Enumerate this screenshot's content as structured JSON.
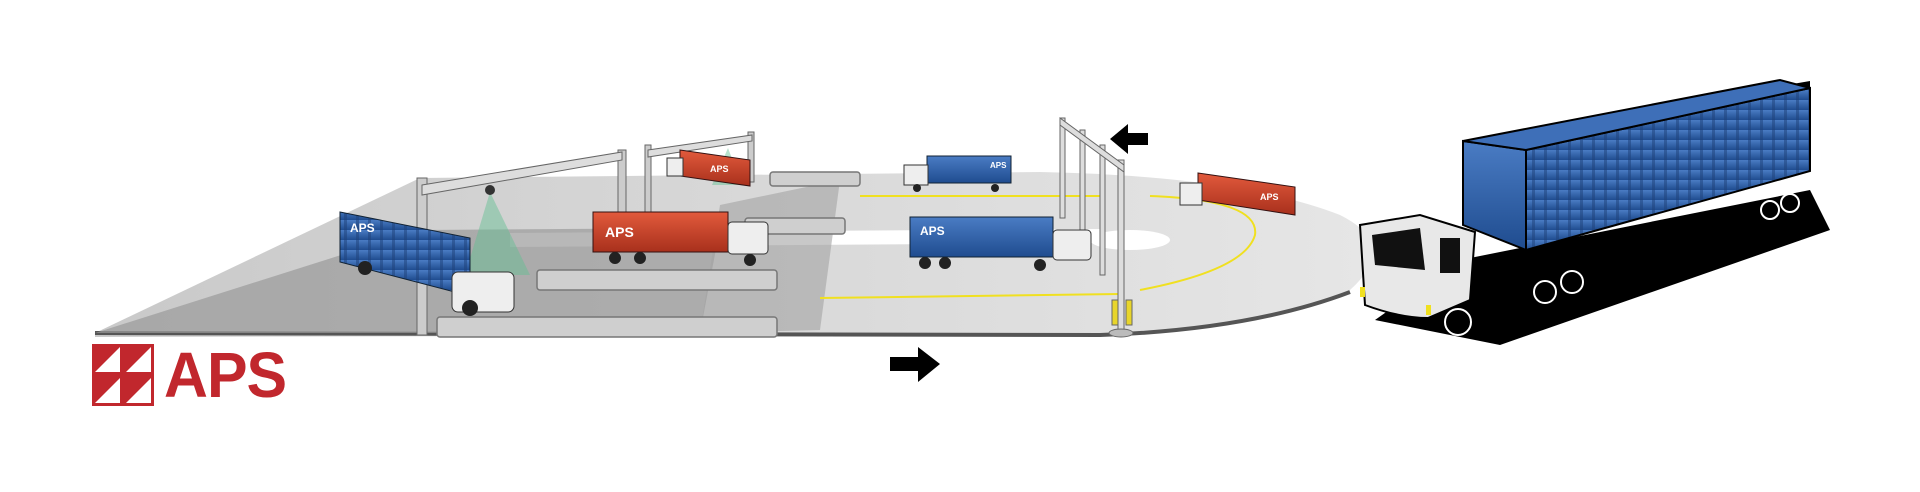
{
  "logo": {
    "text": "APS",
    "color": "#c1272d"
  },
  "containers": [
    {
      "id": "blue-left",
      "label": "APS",
      "color": "#2f5fa5"
    },
    {
      "id": "red-middle",
      "label": "APS",
      "color": "#c8402a"
    },
    {
      "id": "red-back",
      "label": "APS",
      "color": "#c8402a"
    },
    {
      "id": "blue-back",
      "label": "APS",
      "color": "#2f5fa5"
    },
    {
      "id": "blue-center",
      "label": "APS",
      "color": "#2f5fa5"
    },
    {
      "id": "red-right",
      "label": "APS",
      "color": "#c8402a"
    }
  ],
  "colors": {
    "ground": "#d6d6d6",
    "lane": "#8a8a8a",
    "lane_line": "#f0e020",
    "scanner_beam": "#5fbf90"
  }
}
